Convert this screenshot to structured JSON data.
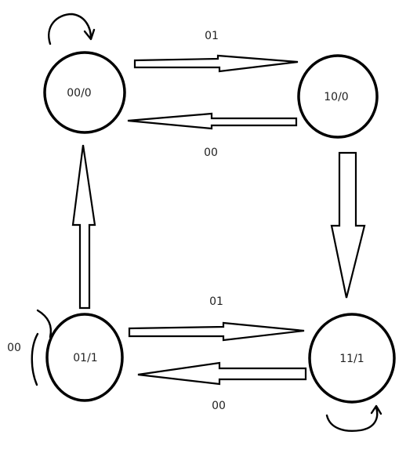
{
  "states": [
    {
      "id": "s00",
      "label": "00/0"
    },
    {
      "id": "s10",
      "label": "10/0"
    },
    {
      "id": "s01",
      "label": "01/1"
    },
    {
      "id": "s11",
      "label": "11/1"
    }
  ],
  "transitions": [
    {
      "from": "00/0",
      "to": "10/0",
      "label": "01"
    },
    {
      "from": "10/0",
      "to": "00/0",
      "label": "00"
    },
    {
      "from": "10/0",
      "to": "11/1",
      "label": ""
    },
    {
      "from": "01/1",
      "to": "00/0",
      "label": ""
    },
    {
      "from": "01/1",
      "to": "11/1",
      "label": "01"
    },
    {
      "from": "11/1",
      "to": "01/1",
      "label": "00"
    },
    {
      "from": "00/0",
      "to": "00/0",
      "label": ""
    },
    {
      "from": "01/1",
      "to": "01/1",
      "label": "00"
    },
    {
      "from": "11/1",
      "to": "11/1",
      "label": ""
    }
  ]
}
